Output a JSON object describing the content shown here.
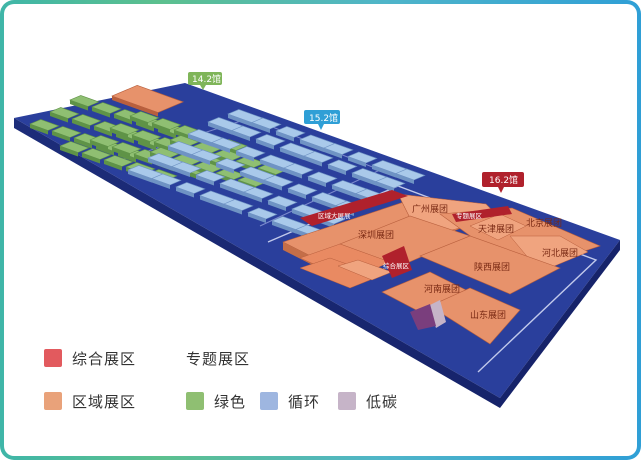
{
  "halls": [
    {
      "label": "14.2馆",
      "color": "#7fb559"
    },
    {
      "label": "15.2馆",
      "color": "#2f9fd6"
    },
    {
      "label": "16.2馆",
      "color": "#b0212c"
    }
  ],
  "zones": [
    {
      "label": "广州展团"
    },
    {
      "label": "深圳展团"
    },
    {
      "label": "北京展团"
    },
    {
      "label": "天津展团"
    },
    {
      "label": "河北展团"
    },
    {
      "label": "陕西展团"
    },
    {
      "label": "河南展团"
    },
    {
      "label": "山东展团"
    }
  ],
  "banners": [
    {
      "label": "区域大展展"
    },
    {
      "label": "专题展区"
    },
    {
      "label": "综合展区"
    }
  ],
  "legend": {
    "items": [
      {
        "label": "综合展区",
        "color": "#e25a5e",
        "swatch": true
      },
      {
        "label": "专题展区",
        "color": "",
        "swatch": false
      },
      {
        "label": "区域展区",
        "color": "#e9a27a",
        "swatch": true
      },
      {
        "label": "绿色",
        "color": "#8fbf72",
        "swatch": true
      },
      {
        "label": "循环",
        "color": "#9eb6e0",
        "swatch": true
      },
      {
        "label": "低碳",
        "color": "#c6b4c8",
        "swatch": true
      }
    ]
  },
  "colors": {
    "floor": "#2a3f9c",
    "floor_dark": "#1d2d7a",
    "green_block": "#8fbf72",
    "blue_block": "#a9c9ea",
    "orange_block": "#e7926b",
    "orange_top": "#f0a47f",
    "red": "#b0212c"
  }
}
